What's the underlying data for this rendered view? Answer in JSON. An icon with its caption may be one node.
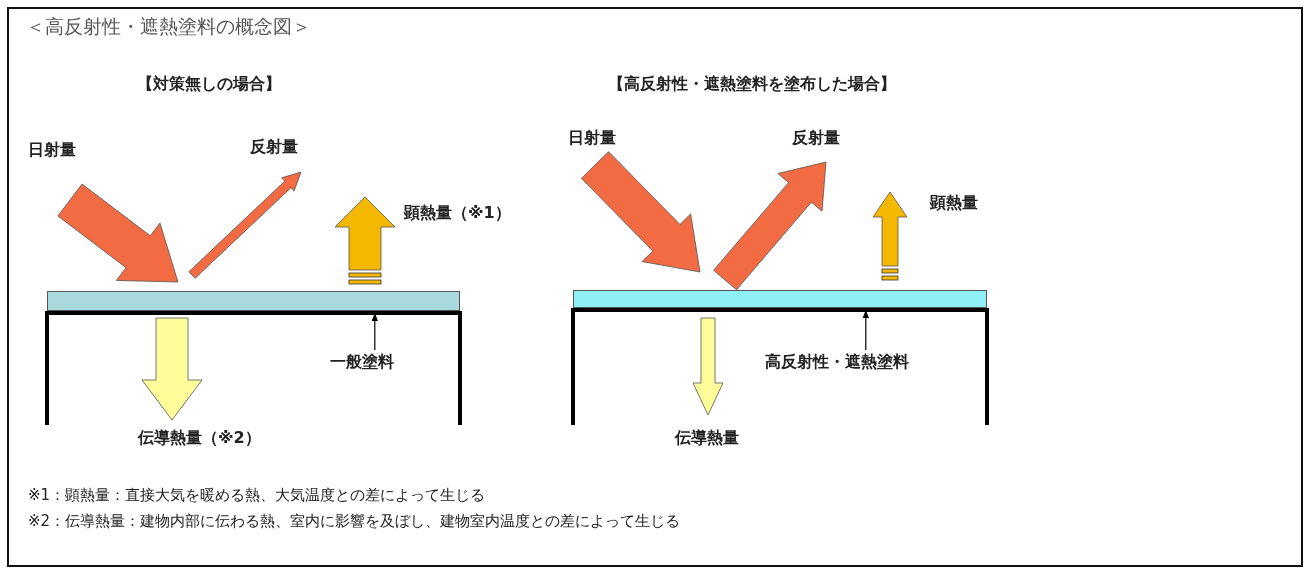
{
  "diagram": {
    "title": "＜高反射性・遮熱塗料の概念図＞",
    "nodes": [
      {
        "text": [
          "一般塗料"
        ]
      },
      {
        "text": [],
        "shape": "bar"
      },
      {
        "text": [
          "高反射性・遮熱塗料"
        ]
      },
      {
        "text": [],
        "shape": "bar"
      }
    ],
    "edges": [
      {
        "from": 0,
        "to": 1,
        "arrow": "to"
      },
      {
        "from": 2,
        "to": 3,
        "arrow": "to"
      }
    ],
    "labels": [
      "【対策無しの場合】",
      "【高反射性・遮熱塗料を塗布した場合】",
      "日射量",
      "反射量",
      "顕熱量（※1）",
      "伝導熱量（※2）",
      "日射量",
      "反射量",
      "顕熱量",
      "伝導熱量",
      "※1：顕熱量：直接大気を暖める熱、大気温度との差によって生じる",
      "※2：伝導熱量：建物内部に伝わる熱、室内に影響を及ぼし、建物室内温度との差によって生じる"
    ]
  }
}
